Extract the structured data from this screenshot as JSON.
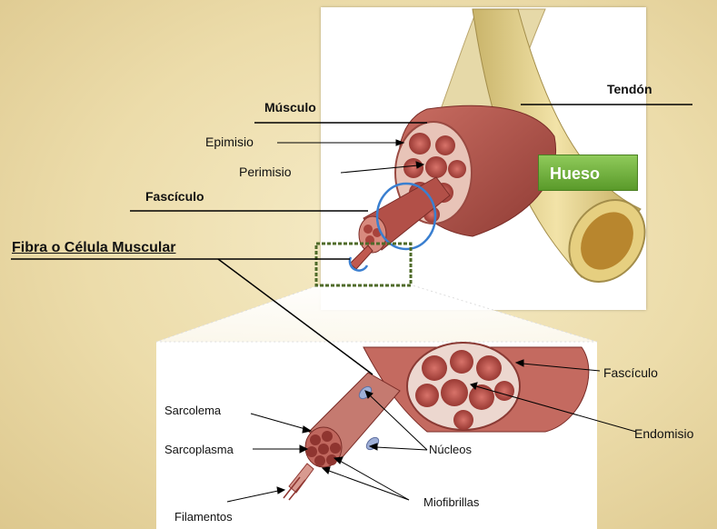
{
  "labels": {
    "musculo": "Músculo",
    "tendon": "Tendón",
    "epimisio": "Epimisio",
    "perimisio": "Perimisio",
    "fasciculo_top": "Fascículo",
    "hueso": "Hueso",
    "fibra": "Fibra o Célula Muscular",
    "fasciculo_bottom": "Fascículo",
    "endomisio": "Endomisio",
    "sarcolema": "Sarcolema",
    "sarcoplasma": "Sarcoplasma",
    "nucleos": "Núcleos",
    "miofibrillas": "Miofibrillas",
    "filamentos": "Filamentos"
  },
  "colors": {
    "muscle": "#b5524a",
    "muscle_dark": "#8a2f2a",
    "bone": "#e9d79a",
    "marrow": "#c99a3c",
    "highlight_box": "#4f6b2a",
    "circle_blue": "#3a7fd0",
    "hueso_green": "#6aab33"
  }
}
